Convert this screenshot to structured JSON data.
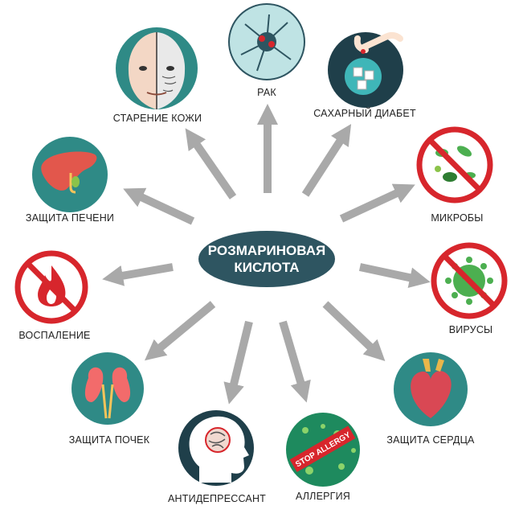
{
  "center": {
    "line1": "РОЗМАРИНОВАЯ",
    "line2": "КИСЛОТА"
  },
  "nodes": [
    {
      "id": "aging",
      "label": "СТАРЕНИЕ КОЖИ",
      "icon": "aging-face-icon"
    },
    {
      "id": "cancer",
      "label": "РАК",
      "icon": "cancer-cell-icon"
    },
    {
      "id": "diabetes",
      "label": "САХАРНЫЙ ДИАБЕТ",
      "icon": "sugar-cubes-icon"
    },
    {
      "id": "microbes",
      "label": "МИКРОБЫ",
      "icon": "no-microbes-icon"
    },
    {
      "id": "viruses",
      "label": "ВИРУСЫ",
      "icon": "no-virus-icon"
    },
    {
      "id": "heart",
      "label": "ЗАЩИТА СЕРДЦА",
      "icon": "heart-icon"
    },
    {
      "id": "allergy",
      "label": "АЛЛЕРГИЯ",
      "icon": "stop-allergy-icon",
      "badge": "STOP ALLERGY"
    },
    {
      "id": "antidepressant",
      "label": "АНТИДЕПРЕССАНТ",
      "icon": "head-silhouette-icon"
    },
    {
      "id": "kidneys",
      "label": "ЗАЩИТА ПОЧЕК",
      "icon": "kidneys-icon"
    },
    {
      "id": "inflammation",
      "label": "ВОСПАЛЕНИЕ",
      "icon": "no-fire-icon"
    },
    {
      "id": "liver",
      "label": "ЗАЩИТА ПЕЧЕНИ",
      "icon": "liver-icon"
    }
  ],
  "colors": {
    "center": "#2e5561",
    "arrow": "#a9a9a9",
    "teal": "#2f8a86",
    "forbid": "#d7262c",
    "green": "#4caf50"
  }
}
